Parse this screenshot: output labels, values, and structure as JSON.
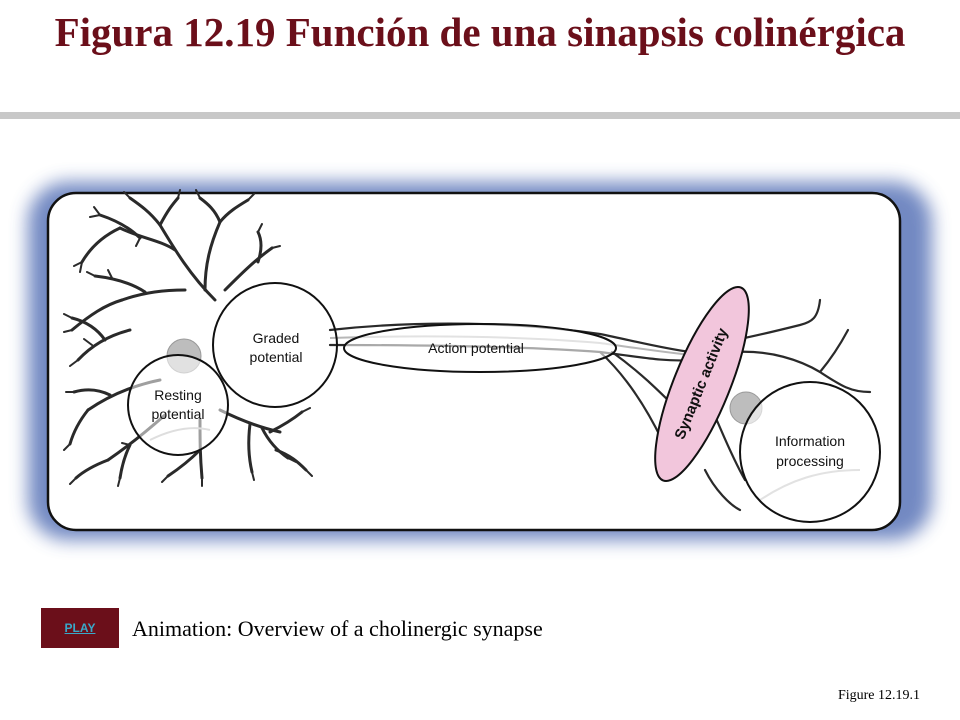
{
  "slide": {
    "title": "Figura 12.19  Función de una sinapsis colinérgica",
    "figure_ref": "Figure 12.19.1"
  },
  "diagram": {
    "labels": {
      "graded_line1": "Graded",
      "graded_line2": "potential",
      "resting_line1": "Resting",
      "resting_line2": "potential",
      "action": "Action potential",
      "synaptic": "Synaptic activity",
      "info_line1": "Information",
      "info_line2": "processing"
    },
    "colors": {
      "glow": "#5a74b8",
      "synaptic_fill": "#f2c6dc",
      "nucleus": "#bdbdbd",
      "neuron_stroke": "#2a2a2a"
    }
  },
  "controls": {
    "play_label": "PLAY",
    "caption": "Animation: Overview of a cholinergic synapse"
  },
  "theme": {
    "title_color": "#6b0f1a",
    "rule_color": "#c8c8c8",
    "play_bg": "#6b0f1a",
    "play_text": "#39a8c9"
  }
}
